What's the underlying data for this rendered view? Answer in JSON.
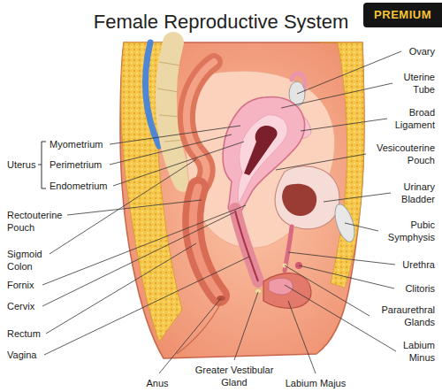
{
  "diagram": {
    "title": "Female Reproductive System",
    "labels": [
      "PREMIUM",
      "Ovary",
      "Uterine Tube",
      "Broad Ligament",
      "Vesicouterine Pouch",
      "Urinary Bladder",
      "Pubic Symphysis",
      "Urethra",
      "Clitoris",
      "Paraurethral Glands",
      "Labium Minus",
      "Uterus",
      "Myometrium",
      "Perimetrium",
      "Endometrium",
      "Rectouterine Pouch",
      "Sigmoid Colon",
      "Fornix",
      "Cervix",
      "Rectum",
      "Vagina",
      "Anus",
      "Greater Vestibular Gland",
      "Labium Majus"
    ]
  }
}
